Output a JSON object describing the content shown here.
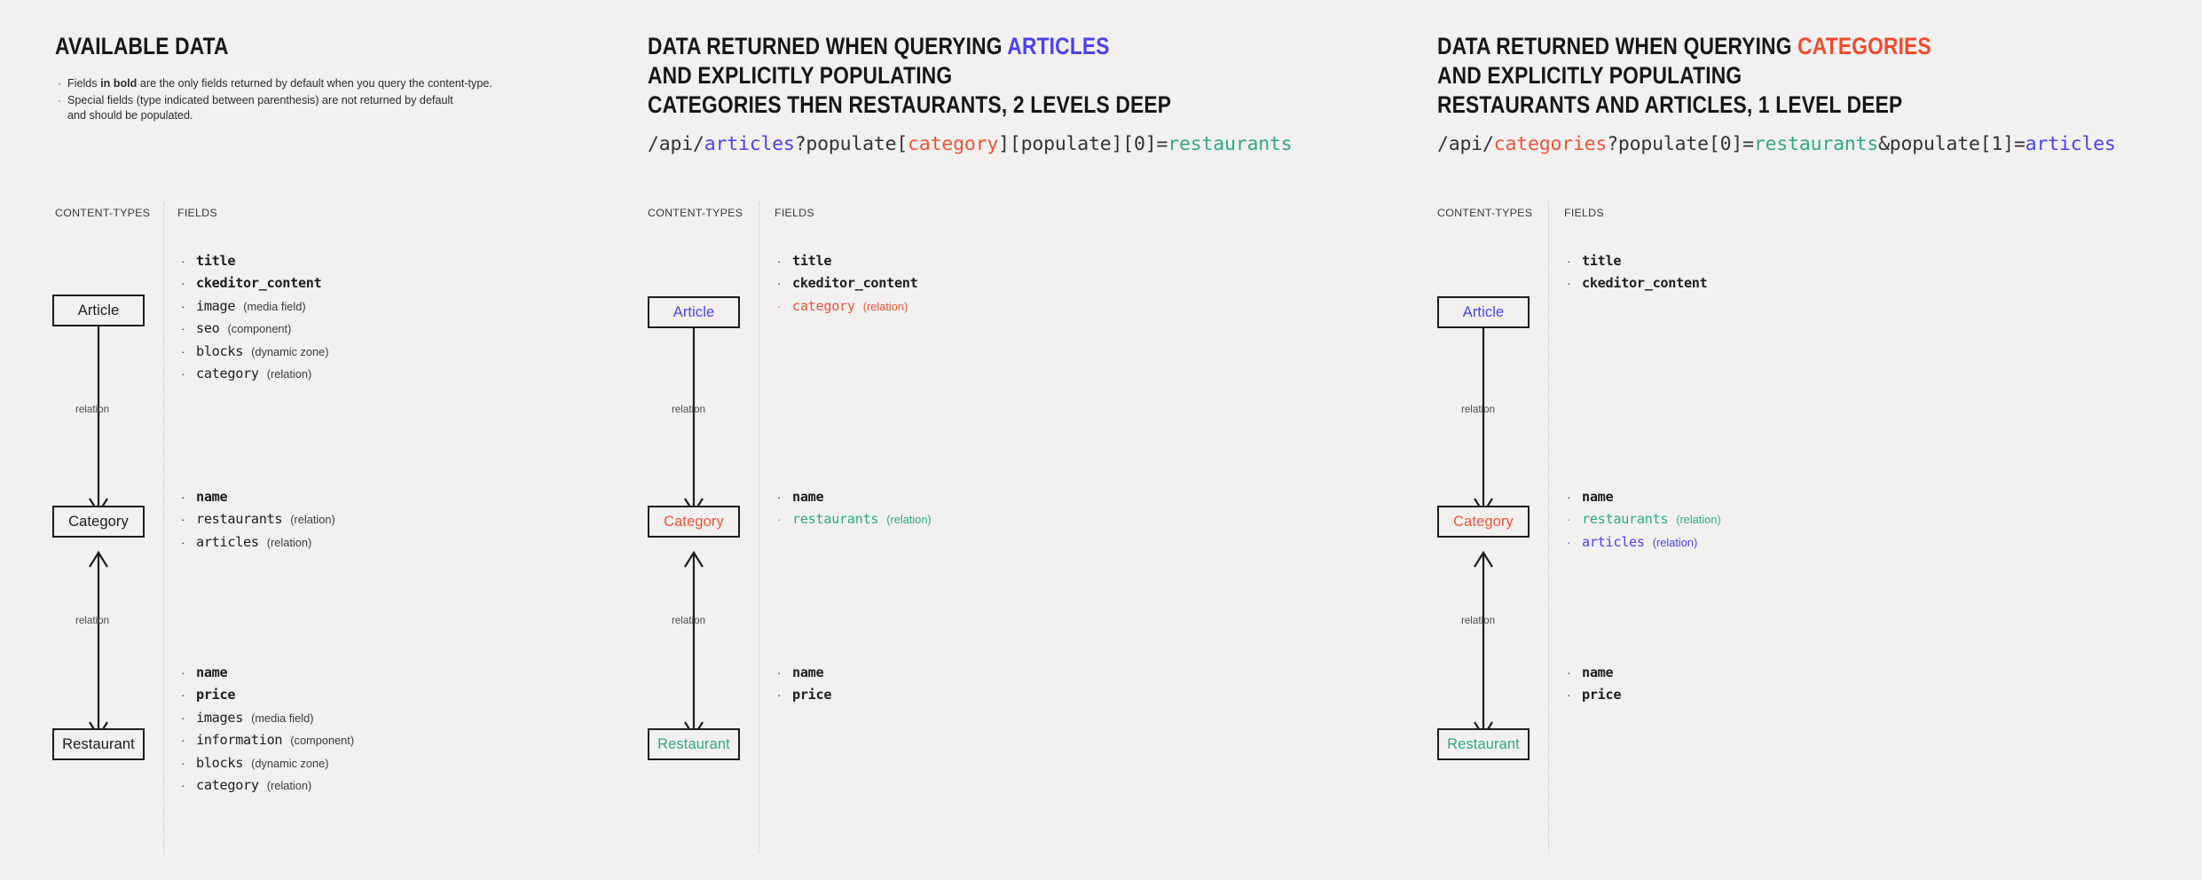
{
  "colors": {
    "background": "#f2f1f0",
    "blue": "#4a41f0",
    "red": "#ee5437",
    "green": "#2fa98a",
    "ink": "#1c1c1c",
    "divider": "#c9c7c5"
  },
  "column_headers": {
    "content_types": "CONTENT-TYPES",
    "fields": "FIELDS"
  },
  "relation_label": "relation",
  "panels": [
    {
      "id": "available-data",
      "title_lines": [
        [
          {
            "text": "AVAILABLE DATA",
            "color": "ink"
          }
        ]
      ],
      "notes": [
        {
          "pre": "Fields ",
          "bold": "in bold",
          "post": " are the only fields returned by default when you query the content-type."
        },
        {
          "pre": "Special fields (type indicated between parenthesis) are not returned by default",
          "bold": "",
          "post": ""
        }
      ],
      "note_continuation": "and should be populated.",
      "api_path": null,
      "nodes": [
        {
          "label": "Article",
          "color": "ink"
        },
        {
          "label": "Category",
          "color": "ink"
        },
        {
          "label": "Restaurant",
          "color": "ink"
        }
      ],
      "field_groups": [
        [
          {
            "name": "title",
            "type": "",
            "bold": true,
            "color": "ink"
          },
          {
            "name": "ckeditor_content",
            "type": "",
            "bold": true,
            "color": "ink"
          },
          {
            "name": "image",
            "type": "(media field)",
            "bold": false,
            "color": "ink"
          },
          {
            "name": "seo",
            "type": "(component)",
            "bold": false,
            "color": "ink"
          },
          {
            "name": "blocks",
            "type": "(dynamic zone)",
            "bold": false,
            "color": "ink"
          },
          {
            "name": "category",
            "type": "(relation)",
            "bold": false,
            "color": "ink"
          }
        ],
        [
          {
            "name": "name",
            "type": "",
            "bold": true,
            "color": "ink"
          },
          {
            "name": "restaurants",
            "type": "(relation)",
            "bold": false,
            "color": "ink"
          },
          {
            "name": "articles",
            "type": "(relation)",
            "bold": false,
            "color": "ink"
          }
        ],
        [
          {
            "name": "name",
            "type": "",
            "bold": true,
            "color": "ink"
          },
          {
            "name": "price",
            "type": "",
            "bold": true,
            "color": "ink"
          },
          {
            "name": "images",
            "type": "(media field)",
            "bold": false,
            "color": "ink"
          },
          {
            "name": "information",
            "type": "(component)",
            "bold": false,
            "color": "ink"
          },
          {
            "name": "blocks",
            "type": "(dynamic zone)",
            "bold": false,
            "color": "ink"
          },
          {
            "name": "category",
            "type": "(relation)",
            "bold": false,
            "color": "ink"
          }
        ]
      ]
    },
    {
      "id": "query-articles",
      "title_lines": [
        [
          {
            "text": "DATA RETURNED WHEN QUERYING ",
            "color": "ink"
          },
          {
            "text": "ARTICLES",
            "color": "blue"
          }
        ],
        [
          {
            "text": "AND EXPLICITLY POPULATING",
            "color": "ink"
          }
        ],
        [
          {
            "text": "CATEGORIES THEN RESTAURANTS, 2 LEVELS DEEP",
            "color": "ink"
          }
        ]
      ],
      "notes": [],
      "note_continuation": null,
      "api_path": [
        {
          "text": "/api/",
          "color": "ink"
        },
        {
          "text": "articles",
          "color": "blue"
        },
        {
          "text": "?populate[",
          "color": "ink"
        },
        {
          "text": "category",
          "color": "red"
        },
        {
          "text": "][populate][0]=",
          "color": "ink"
        },
        {
          "text": "restaurants",
          "color": "green"
        }
      ],
      "nodes": [
        {
          "label": "Article",
          "color": "blue"
        },
        {
          "label": "Category",
          "color": "red"
        },
        {
          "label": "Restaurant",
          "color": "green"
        }
      ],
      "field_groups": [
        [
          {
            "name": "title",
            "type": "",
            "bold": true,
            "color": "ink"
          },
          {
            "name": "ckeditor_content",
            "type": "",
            "bold": true,
            "color": "ink"
          },
          {
            "name": "category",
            "type": "(relation)",
            "bold": false,
            "color": "red"
          }
        ],
        [
          {
            "name": "name",
            "type": "",
            "bold": true,
            "color": "ink"
          },
          {
            "name": "restaurants",
            "type": "(relation)",
            "bold": false,
            "color": "green"
          }
        ],
        [
          {
            "name": "name",
            "type": "",
            "bold": true,
            "color": "ink"
          },
          {
            "name": "price",
            "type": "",
            "bold": true,
            "color": "ink"
          }
        ]
      ]
    },
    {
      "id": "query-categories",
      "title_lines": [
        [
          {
            "text": "DATA RETURNED WHEN QUERYING ",
            "color": "ink"
          },
          {
            "text": "CATEGORIES",
            "color": "red"
          }
        ],
        [
          {
            "text": "AND EXPLICITLY POPULATING",
            "color": "ink"
          }
        ],
        [
          {
            "text": "RESTAURANTS AND ARTICLES, 1 LEVEL DEEP",
            "color": "ink"
          }
        ]
      ],
      "notes": [],
      "note_continuation": null,
      "api_path": [
        {
          "text": "/api/",
          "color": "ink"
        },
        {
          "text": "categories",
          "color": "red"
        },
        {
          "text": "?populate[0]=",
          "color": "ink"
        },
        {
          "text": "restaurants",
          "color": "green"
        },
        {
          "text": "&populate[1]=",
          "color": "ink"
        },
        {
          "text": "articles",
          "color": "blue"
        }
      ],
      "nodes": [
        {
          "label": "Article",
          "color": "blue"
        },
        {
          "label": "Category",
          "color": "red"
        },
        {
          "label": "Restaurant",
          "color": "green"
        }
      ],
      "field_groups": [
        [
          {
            "name": "title",
            "type": "",
            "bold": true,
            "color": "ink"
          },
          {
            "name": "ckeditor_content",
            "type": "",
            "bold": true,
            "color": "ink"
          }
        ],
        [
          {
            "name": "name",
            "type": "",
            "bold": true,
            "color": "ink"
          },
          {
            "name": "restaurants",
            "type": "(relation)",
            "bold": false,
            "color": "green"
          },
          {
            "name": "articles",
            "type": "(relation)",
            "bold": false,
            "color": "blue"
          }
        ],
        [
          {
            "name": "name",
            "type": "",
            "bold": true,
            "color": "ink"
          },
          {
            "name": "price",
            "type": "",
            "bold": true,
            "color": "ink"
          }
        ]
      ]
    }
  ]
}
